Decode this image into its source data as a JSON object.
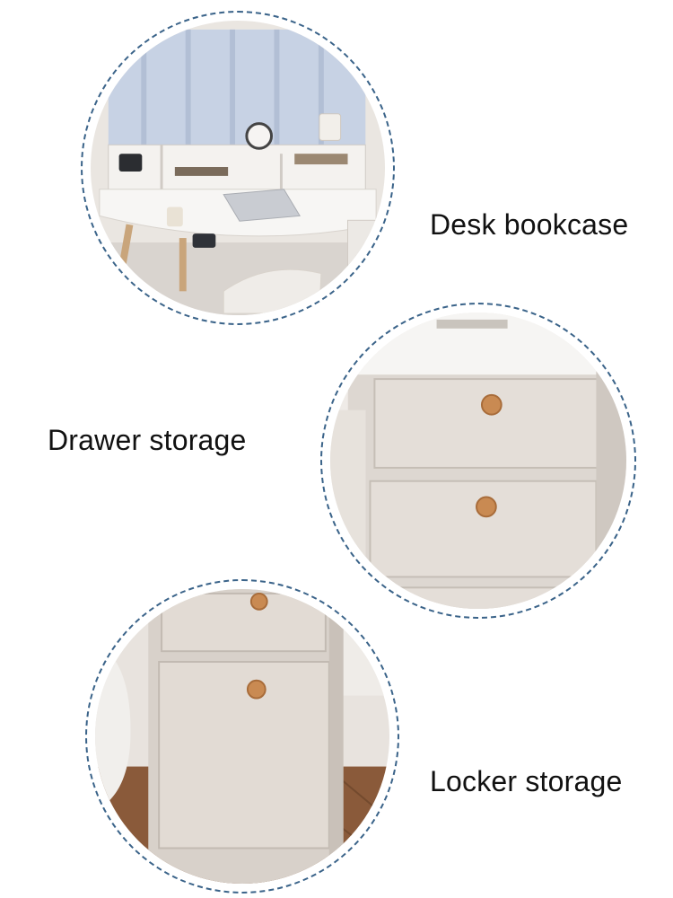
{
  "features": [
    {
      "label": "Desk bookcase"
    },
    {
      "label": "Drawer storage"
    },
    {
      "label": "Locker storage"
    }
  ],
  "colors": {
    "dashed_border": "#3a6389",
    "desk_white": "#f3f1ee",
    "cabinet_grey": "#dcd6d0",
    "knob_wood": "#c98a52",
    "floor_wood": "#8a5a3a",
    "label_text": "#111111"
  }
}
